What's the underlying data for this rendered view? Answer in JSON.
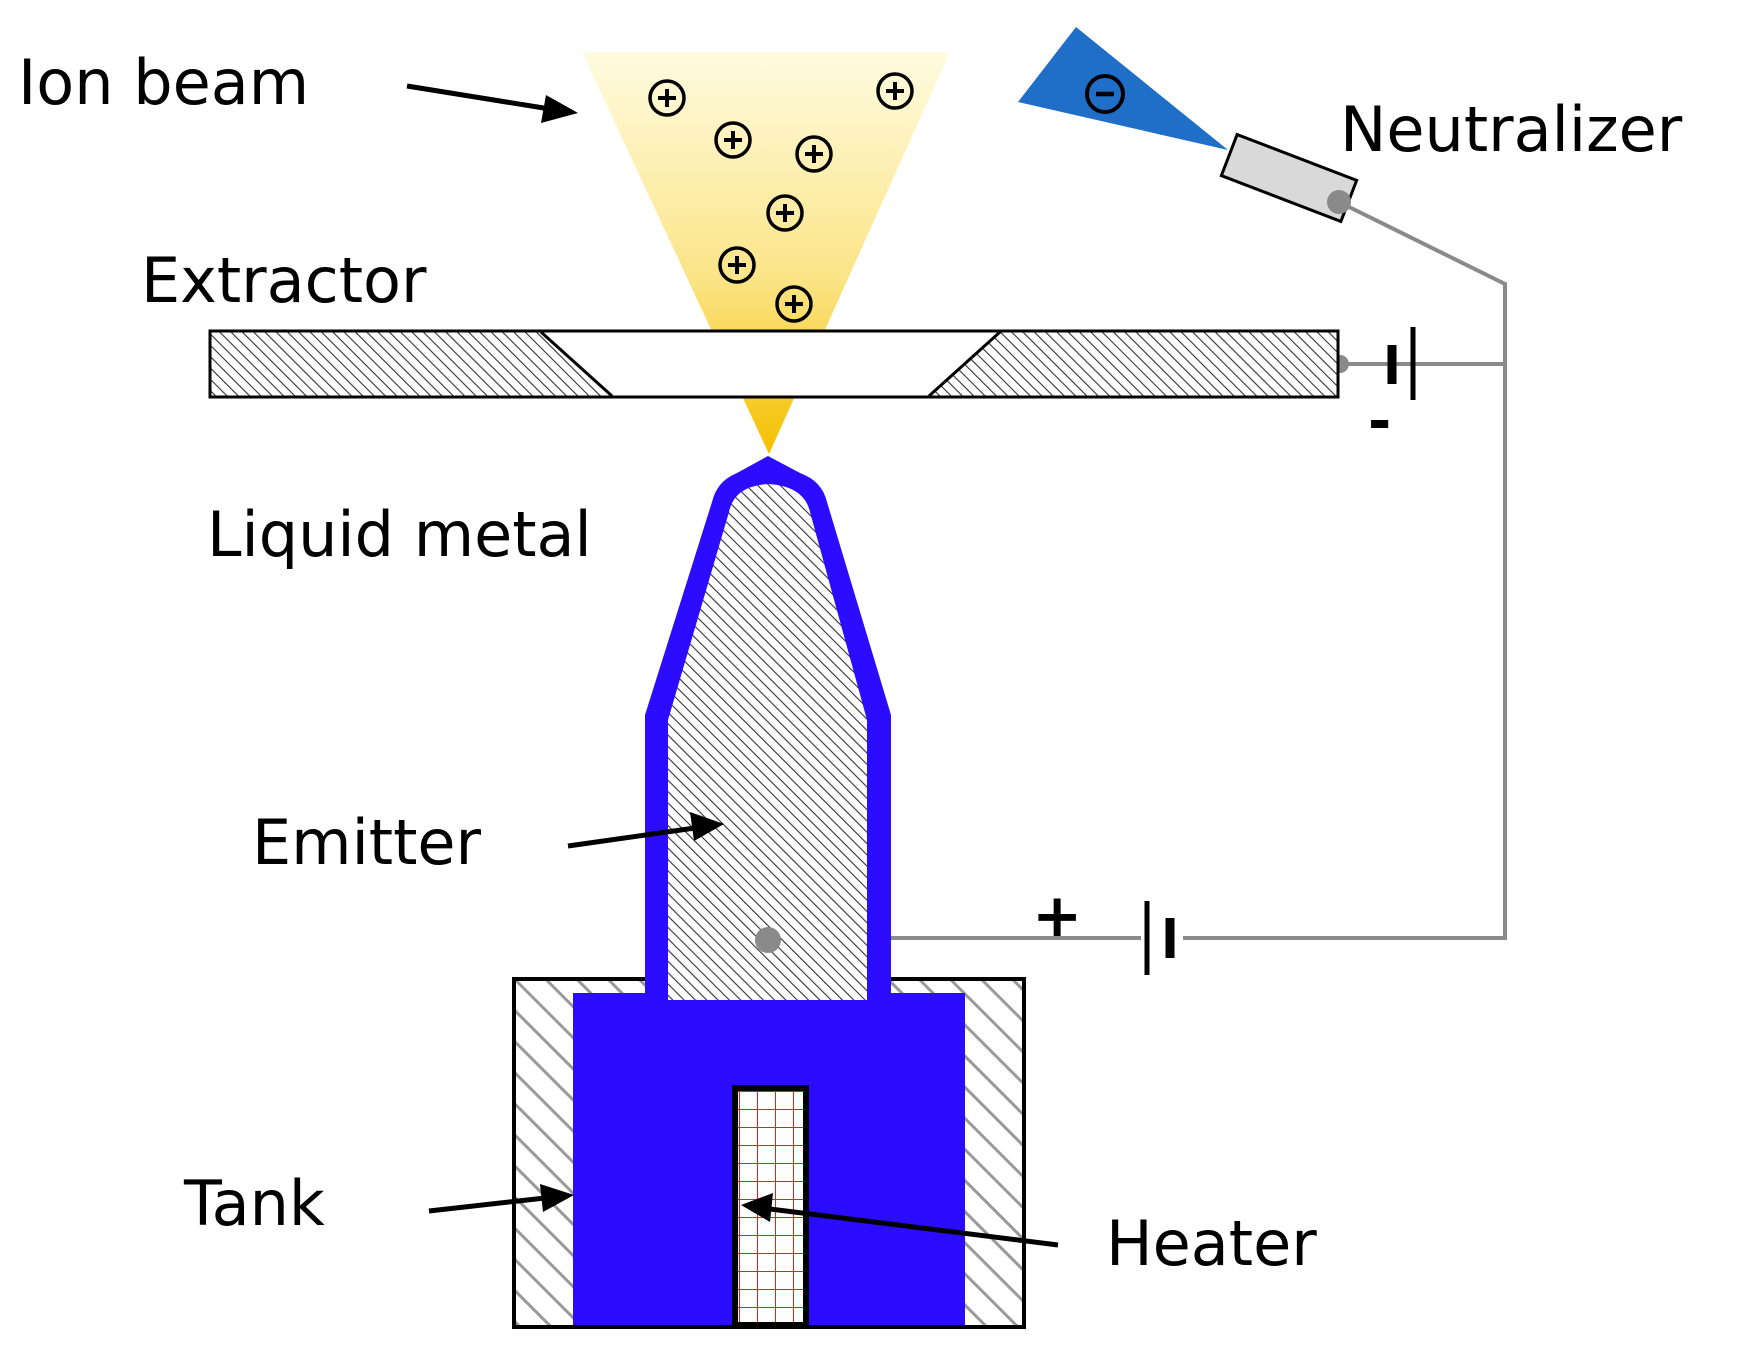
{
  "labels": {
    "ion_beam": "Ion beam",
    "neutralizer": "Neutralizer",
    "extractor": "Extractor",
    "liquid_metal": "Liquid metal",
    "emitter": "Emitter",
    "tank": "Tank",
    "heater": "Heater"
  },
  "signs": {
    "extractor_polarity": "-",
    "emitter_polarity": "+"
  },
  "colors": {
    "ion_beam_gradient_top": "#FFFBE0",
    "ion_beam_gradient_bottom": "#F5C000",
    "electron_beam": "#1F6EC8",
    "liquid_metal": "#2B0CFF",
    "wire": "#8A8A8A",
    "neutralizer_body": "#D9D9D9",
    "heater_grid": "#E52020",
    "hatch": "#333333"
  },
  "icons": {
    "positive_ion": "plus-in-circle",
    "electron": "minus-in-circle",
    "battery": "battery-symbol"
  }
}
